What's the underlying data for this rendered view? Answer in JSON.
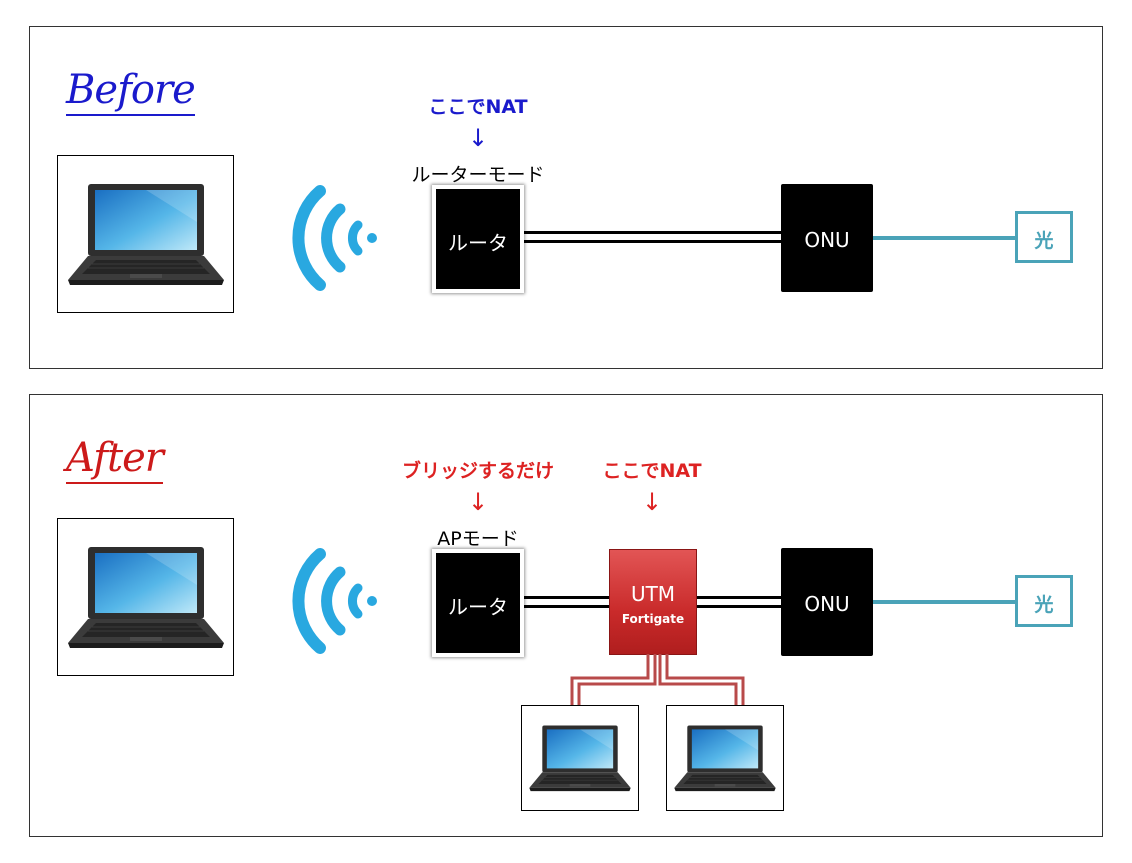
{
  "before": {
    "title": "Before",
    "nat_note": "ここでNAT",
    "arrow": "↓",
    "mode_label": "ルーターモード",
    "router_label": "ルータ",
    "onu_label": "ONU",
    "fiber_label": "光"
  },
  "after": {
    "title": "After",
    "bridge_note": "ブリッジするだけ",
    "bridge_arrow": "↓",
    "nat_note": "ここでNAT",
    "nat_arrow": "↓",
    "mode_label": "APモード",
    "router_label": "ルータ",
    "utm_label": "UTM",
    "utm_sub_label": "Fortigate",
    "onu_label": "ONU",
    "fiber_label": "光"
  },
  "colors": {
    "wifi": "#29a8e0",
    "fiber": "#4aa3b8",
    "utm": "#c92a2a",
    "utm_link": "#b84a4a",
    "note_blue": "#1a1acc",
    "note_red": "#dd2222"
  },
  "icons": [
    "laptop-icon",
    "wifi-icon"
  ]
}
